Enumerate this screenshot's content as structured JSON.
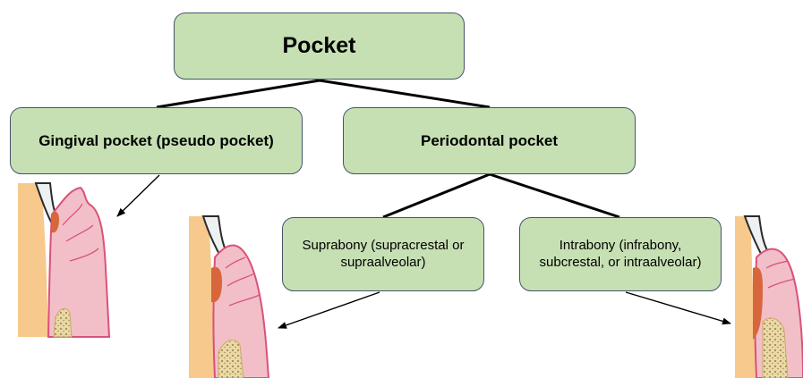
{
  "diagram": {
    "root": {
      "label": "Pocket"
    },
    "level1": {
      "gingival": {
        "label": "Gingival pocket (pseudo pocket)"
      },
      "periodontal": {
        "label": "Periodontal pocket"
      }
    },
    "level2": {
      "suprabony": {
        "label": "Suprabony (supracrestal or supraalveolar)"
      },
      "intrabony": {
        "label": "Intrabony (infrabony, subcrestal, or intraalveolar)"
      }
    }
  },
  "colors": {
    "box_fill": "#c6e0b4",
    "box_border": "#44546a",
    "gingiva": "#f2bfc8",
    "gingiva_edge": "#d9527a",
    "tooth_root": "#f7c98c",
    "enamel": "#eef1f3",
    "plaque": "#d8663c"
  },
  "illustrations": [
    {
      "name": "gingival-pocket-illustration"
    },
    {
      "name": "suprabony-pocket-illustration"
    },
    {
      "name": "intrabony-pocket-illustration"
    }
  ]
}
